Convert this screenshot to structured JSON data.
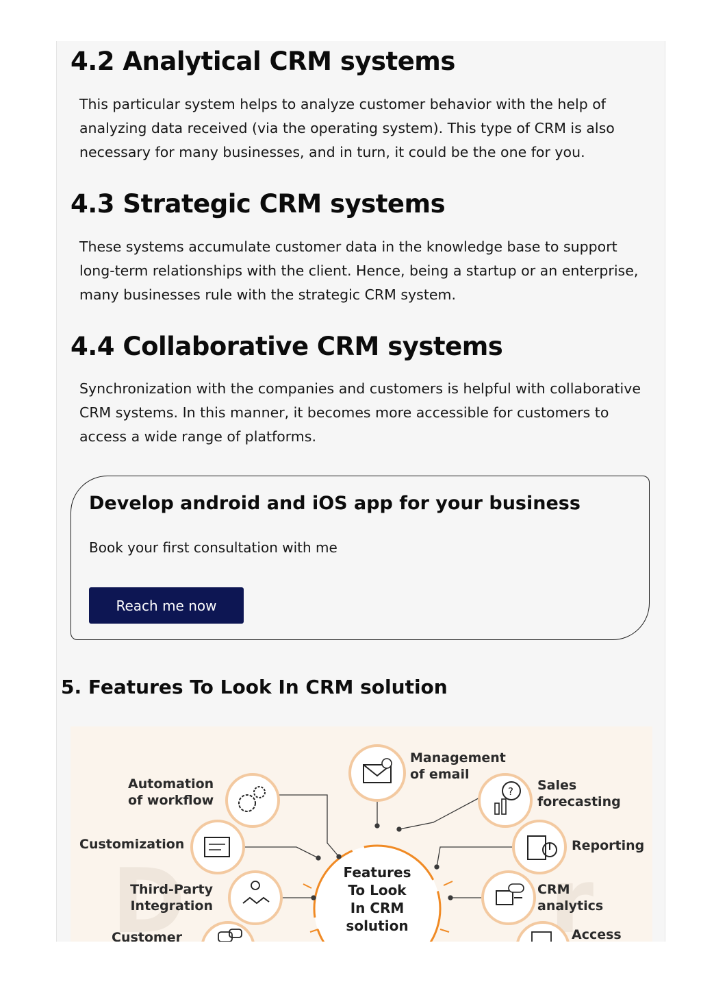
{
  "sections": [
    {
      "heading": "4.2 Analytical CRM systems",
      "body": "This particular system helps to analyze customer behavior with the help of analyzing data received (via the operating system). This type of CRM is also necessary for many businesses, and in turn, it could be the one for you."
    },
    {
      "heading": "4.3 Strategic CRM systems",
      "body": "These systems accumulate customer data in the knowledge base to support long-term relationships with the client. Hence, being a startup or an enterprise, many businesses rule with the strategic CRM system."
    },
    {
      "heading": "4.4 Collaborative CRM systems",
      "body": "Synchronization with the companies and customers is helpful with collaborative CRM systems. In this manner, it becomes more accessible for customers to access a wide range of platforms."
    }
  ],
  "cta": {
    "title": "Develop android and iOS app for your business",
    "subtitle": "Book your first consultation with me",
    "button_label": "Reach me now",
    "button_color": "#0d1653"
  },
  "features_heading": "5. Features To Look In CRM solution",
  "infographic": {
    "center_lines": [
      "Features",
      "To Look",
      "In CRM",
      "solution"
    ],
    "labels": {
      "management_email": [
        "Management",
        "of email"
      ],
      "automation_workflow": [
        "Automation",
        "of workflow"
      ],
      "sales_forecasting": [
        "Sales",
        "forecasting"
      ],
      "customization": [
        "Customization"
      ],
      "reporting": [
        "Reporting"
      ],
      "third_party": [
        "Third-Party",
        "Integration"
      ],
      "crm_analytics": [
        "CRM",
        "analytics"
      ],
      "customer": [
        "Customer"
      ],
      "access": [
        "Access"
      ]
    },
    "accent_color": "#f08a24",
    "icons": [
      "email-icon",
      "gears-icon",
      "forecast-icon",
      "customization-icon",
      "reporting-icon",
      "integration-icon",
      "crm-analytics-icon",
      "customer-icon",
      "access-icon"
    ]
  }
}
